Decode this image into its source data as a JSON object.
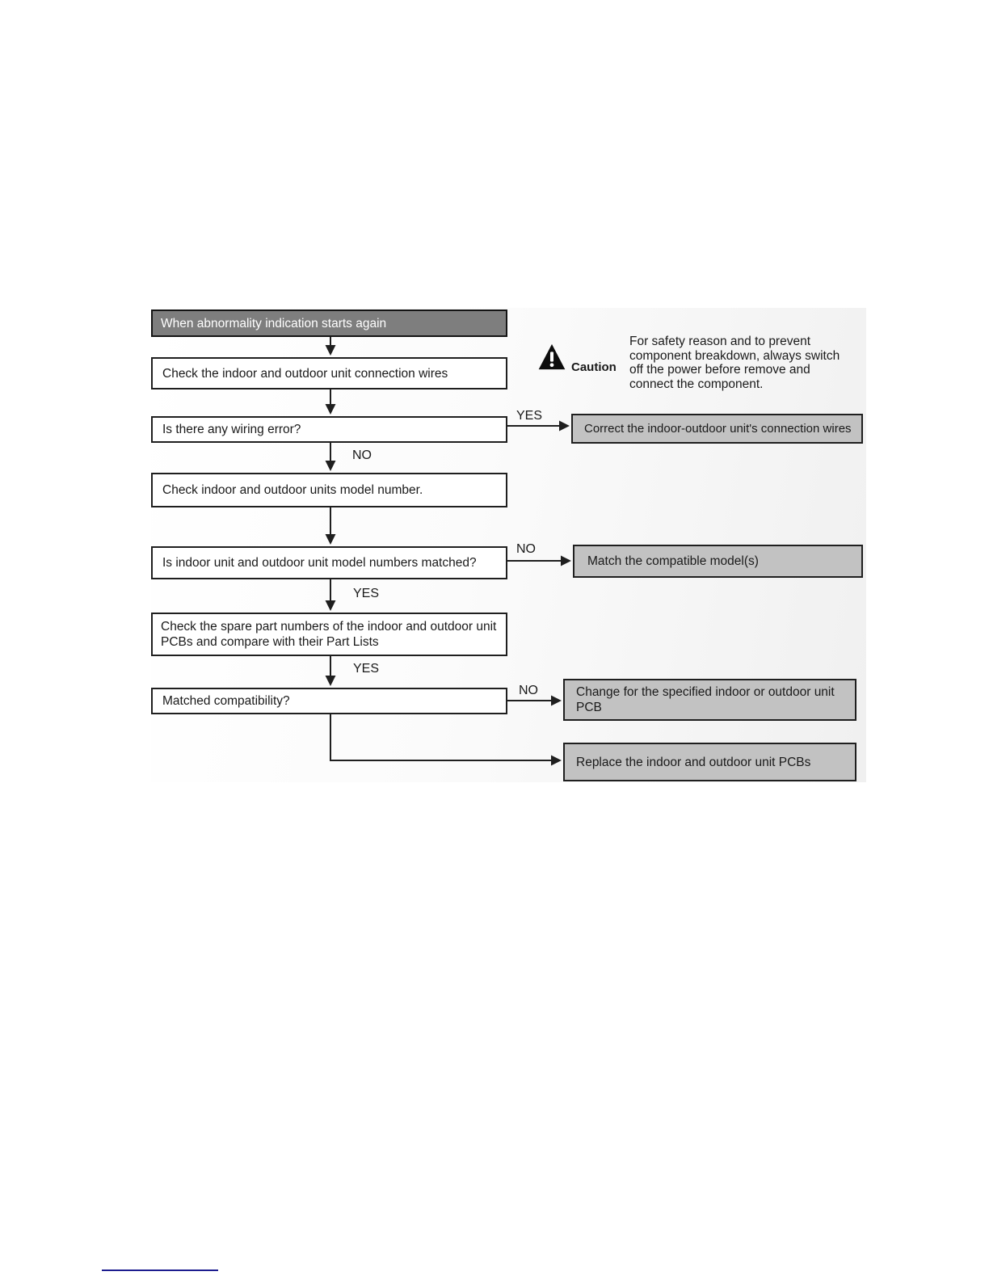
{
  "page": {
    "background": "#ffffff",
    "footer_rule_color": "#1c1c8f"
  },
  "caution": {
    "icon": "warning-triangle-icon",
    "label": "Caution",
    "text": "For safety reason and to prevent component breakdown, always switch off the power before remove and connect the component."
  },
  "flowchart": {
    "colors": {
      "start_fill": "#7e7e7e",
      "start_text": "#ffffff",
      "process_fill": "#ffffff",
      "action_fill": "#c2c2c2",
      "border": "#1f1f1f",
      "text": "#1a1a1a"
    },
    "start": "When abnormality indication starts again",
    "boxes": {
      "check_wires": "Check the indoor and outdoor unit connection wires",
      "wiring_error": "Is there any wiring error?",
      "check_model": "Check indoor and outdoor units model number.",
      "model_matched": "Is indoor unit and outdoor unit model numbers matched?",
      "check_spare": "Check the spare part numbers of the indoor and outdoor unit PCBs and compare with their Part Lists",
      "matched_compat": "Matched compatibility?"
    },
    "actions": {
      "correct_wires": "Correct the indoor-outdoor unit's connection wires",
      "match_models": "Match the compatible model(s)",
      "change_pcb": "Change for the specified indoor or outdoor unit PCB",
      "replace_pcbs": "Replace the indoor and outdoor unit PCBs"
    },
    "branch_labels": {
      "wiring_error_yes": "YES",
      "wiring_error_no": "NO",
      "model_matched_no": "NO",
      "model_matched_yes": "YES",
      "check_spare_yes": "YES",
      "matched_compat_no": "NO"
    }
  }
}
